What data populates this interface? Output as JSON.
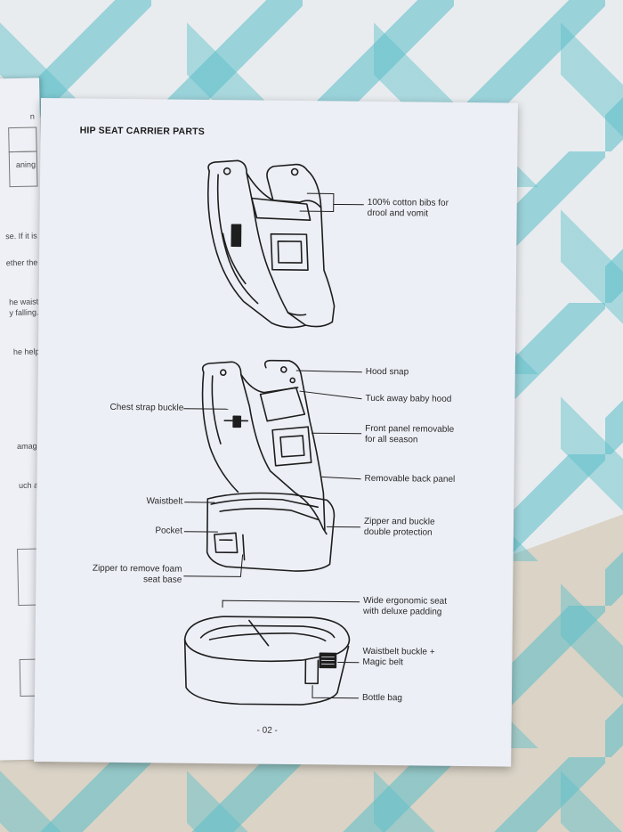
{
  "left_page": {
    "fragments": [
      "n",
      "aning",
      "se. If it is",
      "ether the",
      "he waist",
      "y falling.",
      "he help",
      "amage",
      "uch as"
    ]
  },
  "page": {
    "title": "HIP SEAT CARRIER PARTS",
    "page_number": "- 02 -",
    "labels": {
      "cotton_bibs": [
        "100% cotton bibs for",
        "drool and vomit"
      ],
      "hood_snap": "Hood snap",
      "tuck_away_hood": "Tuck away baby hood",
      "front_panel": [
        "Front panel removable",
        "for all season"
      ],
      "removable_back_panel": "Removable back panel",
      "zipper_buckle": [
        "Zipper and buckle",
        "double protection"
      ],
      "chest_strap_buckle": "Chest strap buckle",
      "waistbelt": "Waistbelt",
      "pocket": "Pocket",
      "zipper_foam": [
        "Zipper to remove foam",
        "seat base"
      ],
      "wide_seat": [
        "Wide ergonomic seat",
        "with deluxe padding"
      ],
      "waistbelt_buckle": [
        "Waistbelt buckle +",
        "Magic belt"
      ],
      "bottle_bag": "Bottle bag"
    }
  }
}
